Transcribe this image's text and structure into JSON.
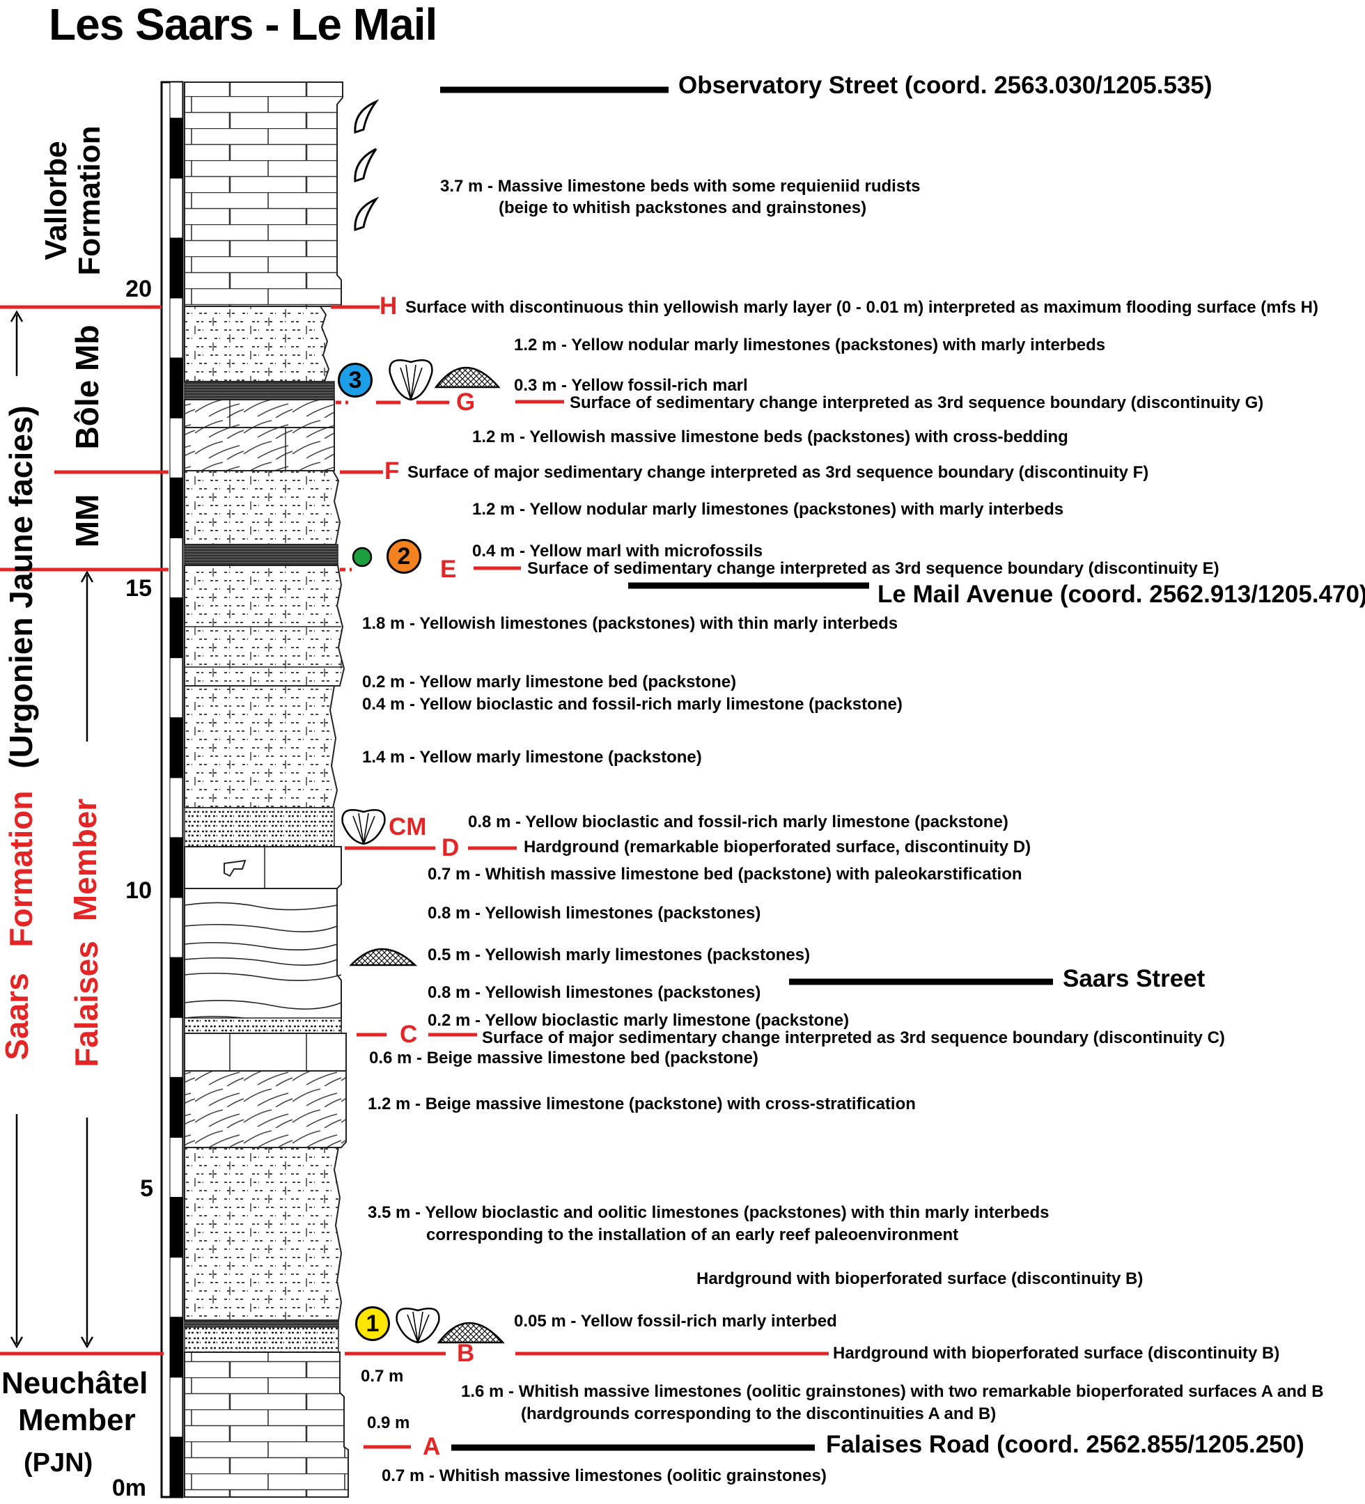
{
  "title": "Les Saars - Le Mail",
  "colors": {
    "accent": "#e32526",
    "circle_1": "#ffe600",
    "circle_2": "#f58220",
    "circle_3": "#1c9ee8",
    "microfossil": "#1d9e3e"
  },
  "scale": {
    "unit": "m",
    "ticks": [
      "0m",
      "5",
      "10",
      "15",
      "20"
    ]
  },
  "units": {
    "vallorbe": "Vallorbe Formation",
    "urgonien": "(Urgonien Jaune facies)",
    "saars_word": "Saars",
    "formation_word": "Formation",
    "falaises_word": "Falaises",
    "member_word": "Member",
    "bole": "Bôle Mb",
    "mm": "MM",
    "neuchatel_line1": "Neuchâtel",
    "neuchatel_line2": "Member",
    "neuchatel_line3": "(PJN)"
  },
  "discontinuities": {
    "A": "A",
    "B": "B",
    "C": "C",
    "D": "D",
    "E": "E",
    "F": "F",
    "G": "G",
    "H": "H",
    "CM": "CM"
  },
  "fossil_levels": {
    "one": "1",
    "two": "2",
    "three": "3"
  },
  "locations": {
    "observatory": "Observatory Street (coord. 2563.030/1205.535)",
    "le_mail": "Le Mail Avenue (coord. 2562.913/1205.470)",
    "saars": "Saars Street",
    "falaises": "Falaises Road (coord. 2562.855/1205.250)"
  },
  "descriptions": {
    "d1a": "3.7 m - Massive limestone beds with some requieniid rudists",
    "d1b": "(beige to whitish packstones and grainstones)",
    "h": "Surface with discontinuous thin yellowish marly layer (0 - 0.01 m) interpreted as maximum flooding surface (mfs H)",
    "d2": "1.2 m - Yellow nodular marly limestones (packstones) with marly interbeds",
    "d3": "0.3 m - Yellow fossil-rich marl",
    "g": "Surface of sedimentary change interpreted as 3rd sequence boundary (discontinuity G)",
    "d4": "1.2 m - Yellowish massive limestone beds (packstones) with cross-bedding",
    "f": "Surface of major sedimentary change interpreted as 3rd sequence boundary (discontinuity F)",
    "d5": "1.2 m - Yellow nodular marly limestones (packstones) with marly interbeds",
    "d6": "0.4 m - Yellow marl with microfossils",
    "e": "Surface of sedimentary change interpreted as 3rd sequence boundary (discontinuity E)",
    "d7": "1.8 m - Yellowish limestones (packstones) with thin marly interbeds",
    "d8": "0.2 m - Yellow marly limestone bed (packstone)",
    "d9": "0.4 m - Yellow bioclastic and fossil-rich marly limestone (packstone)",
    "d10": "1.4 m - Yellow marly limestone (packstone)",
    "d11": "0.8 m - Yellow bioclastic and fossil-rich marly limestone (packstone)",
    "dd": "Hardground (remarkable bioperforated surface, discontinuity D)",
    "d12": "0.7 m - Whitish massive limestone bed (packstone) with paleokarstification",
    "d13": "0.8 m - Yellowish limestones (packstones)",
    "d14": "0.5 m - Yellowish marly limestones (packstones)",
    "d15": "0.8 m - Yellowish limestones (packstones)",
    "d16": "0.2 m - Yellow bioclastic marly limestone (packstone)",
    "c": "Surface of major sedimentary change interpreted as 3rd sequence boundary (discontinuity C)",
    "d17": "0.6 m - Beige massive limestone bed (packstone)",
    "d18": "1.2 m - Beige massive limestone (packstone) with cross-stratification",
    "d19a": "3.5 m - Yellow bioclastic and oolitic limestones (packstones) with thin marly interbeds",
    "d19b": "corresponding to the installation of an early reef paleoenvironment",
    "d20": "Hardground with bioperforated surface (discontinuity B)",
    "d21": "0.05 m - Yellow fossil-rich marly interbed",
    "b": "Hardground with bioperforated surface (discontinuity B)",
    "d22": "0.7 m",
    "d23": "0.9 m",
    "d24a": "1.6 m - Whitish massive limestones (oolitic grainstones) with two remarkable bioperforated surfaces A and B",
    "d24b": "(hardgrounds corresponding to the discontinuities A and B)",
    "d25": "0.7 m - Whitish massive limestones (oolitic grainstones)"
  }
}
